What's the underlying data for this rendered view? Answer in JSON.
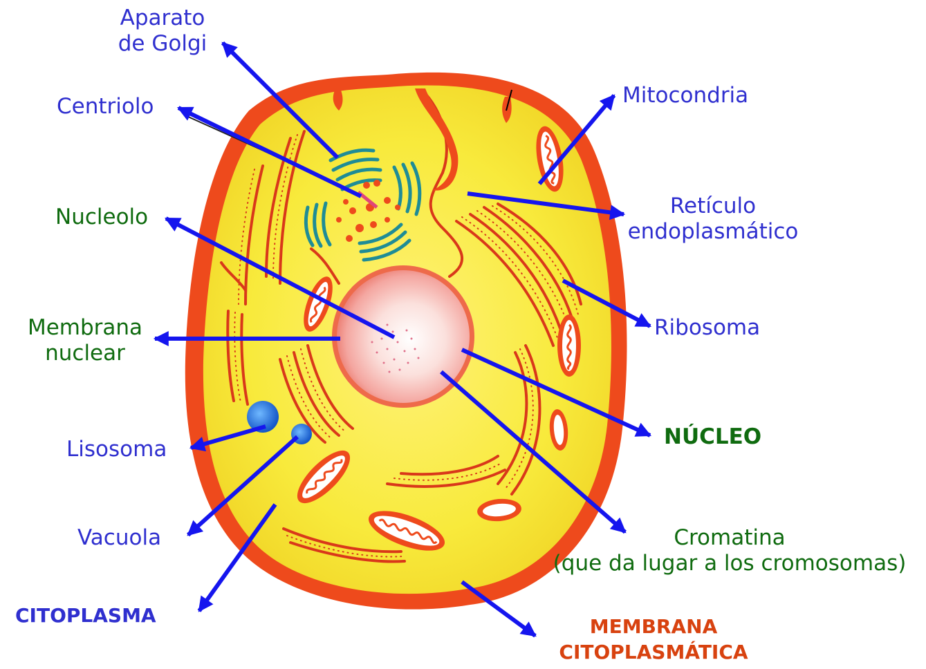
{
  "labels": {
    "golgi_line1": "Aparato",
    "golgi_line2": "de Golgi",
    "centriolo": "Centriolo",
    "nucleolo": "Nucleolo",
    "membrana_nuclear_line1": "Membrana",
    "membrana_nuclear_line2": "nuclear",
    "lisosoma": "Lisosoma",
    "vacuola": "Vacuola",
    "citoplasma": "CITOPLASMA",
    "mitocondria": "Mitocondria",
    "reticulo_line1": "Retículo",
    "reticulo_line2": "endoplasmático",
    "ribosoma": "Ribosoma",
    "nucleo": "NÚCLEO",
    "cromatina_line1": "Cromatina",
    "cromatina_line2": "(que da lugar a los cromosomas)",
    "membrana_cito_line1": "MEMBRANA",
    "membrana_cito_line2": "CITOPLASMÁTICA"
  },
  "colors": {
    "arrow": "#1515ee",
    "cell_fill": "#f7ea3a",
    "cell_border": "#ee4a1c",
    "organelle_red": "#d9381a",
    "golgi": "#1f8c96",
    "lysosome": "#1f6fd6",
    "label_blue": "#2f2fcf",
    "label_green": "#0f6b0f",
    "label_red": "#d8420f"
  }
}
